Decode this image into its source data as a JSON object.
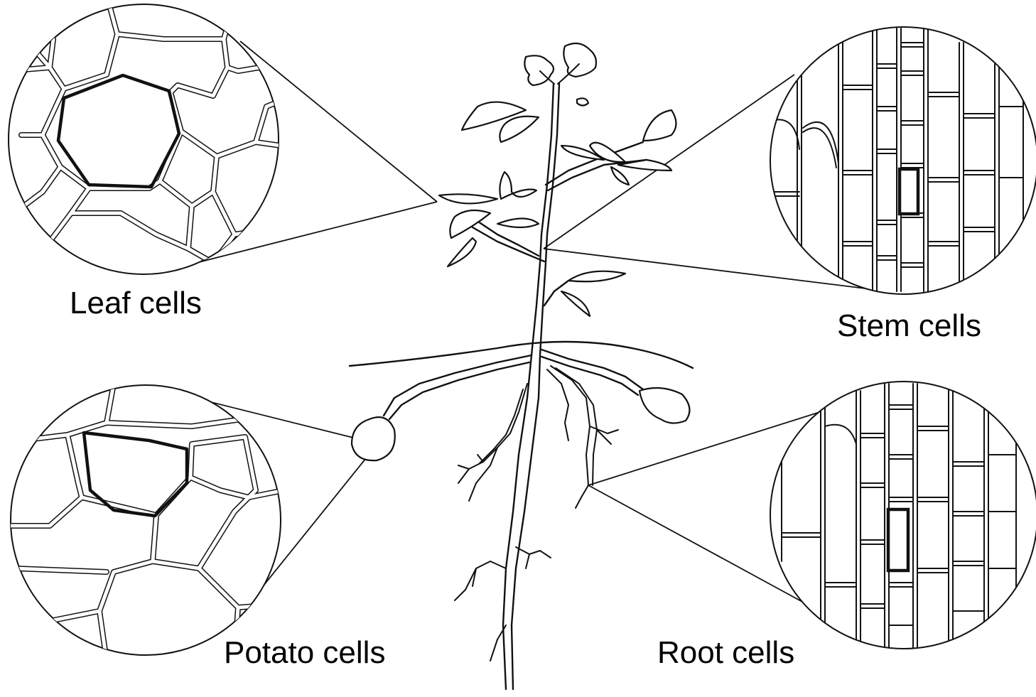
{
  "labels": {
    "leaf": "Leaf cells",
    "stem": "Stem cells",
    "potato": "Potato cells",
    "root": "Root cells"
  },
  "icons": [
    "potato-plant-illustration",
    "magnifier-circle"
  ]
}
